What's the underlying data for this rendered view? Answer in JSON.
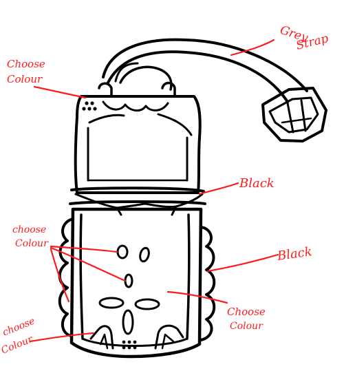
{
  "annotations": {
    "top_left_line1": "Choose",
    "top_left_line2": "Colour",
    "strap_line1": "Grey",
    "strap_line2": "Strap",
    "mid_right": "Black",
    "mid_left_line1": "choose",
    "mid_left_line2": "Colour",
    "lower_right": "Black",
    "lower_center_line1": "Choose",
    "lower_center_line2": "Colour",
    "bottom_left_line1": "choose",
    "bottom_left_line2": "Colour"
  },
  "colors": {
    "annotation": "#ff1a1a",
    "linework": "#000000",
    "background": "#ffffff"
  }
}
